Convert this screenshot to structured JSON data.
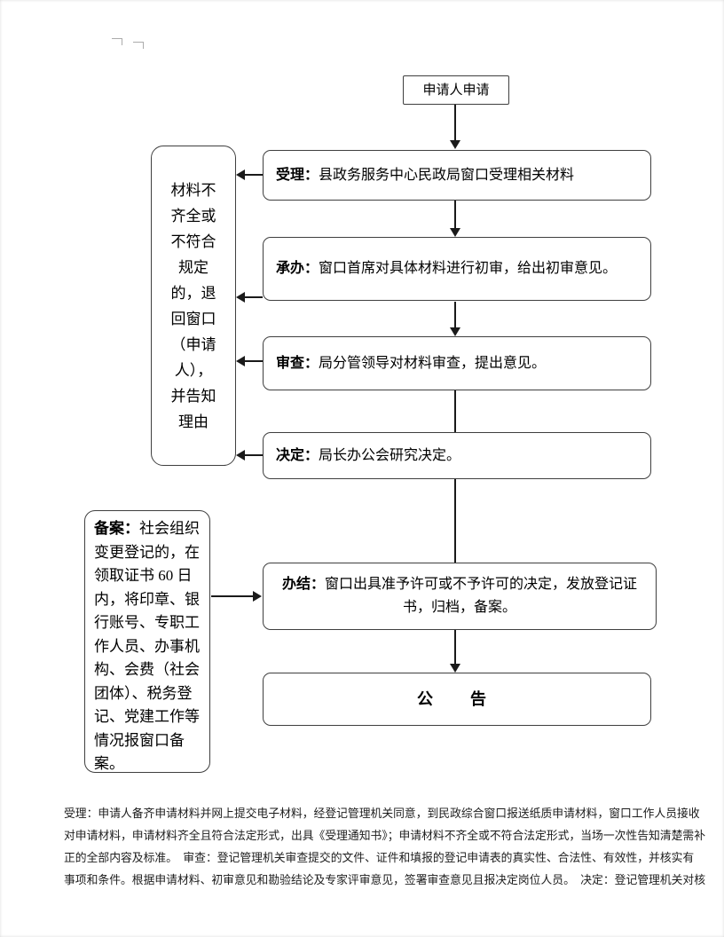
{
  "flow": {
    "start_label": "申请人申请",
    "steps": [
      {
        "title": "受理：",
        "text": "县政务服务中心民政局窗口受理相关材料"
      },
      {
        "title": "承办：",
        "text": "窗口首席对具体材料进行初审，给出初审意见。"
      },
      {
        "title": "审查：",
        "text": "局分管领导对材料审查，提出意见。"
      },
      {
        "title": "决定：",
        "text": "局长办公会研究决定。"
      },
      {
        "title": "办结：",
        "text": "窗口出具准予许可或不予许可的决定，发放登记证书，归档，备案。"
      }
    ],
    "announcement_label": "公　告",
    "return_note_text": "材料不齐全或不符合规定的，退回窗口（申请人），并告知理由",
    "filing_note": {
      "title": "备案：",
      "text": "社会组织变更登记的，在领取证书 60 日内，将印章、银行账号、专职工作人员、办事机构、会费（社会团体）、税务登记、党建工作等情况报窗口备案。"
    }
  },
  "notes": {
    "lines": [
      "受理：申请人备齐申请材料并网上提交电子材料，经登记管理机关同意，到民政综合窗口报送纸质申请材料，窗口工作人员接收",
      "对申请材料，申请材料齐全且符合法定形式，出具《受理通知书》；申请材料不齐全或不符合法定形式，当场一次性告知清楚需补",
      "正的全部内容及标准。　审查：登记管理机关审查提交的文件、证件和填报的登记申请表的真实性、合法性、有效性，并核实有",
      "事项和条件。根据申请材料、初审意见和勘验结论及专家评审意见，签署审查意见且报决定岗位人员。　决定：登记管理机关对核"
    ]
  },
  "colors": {
    "connector_line": "#1a1a1a",
    "box_border": "#3f3f3f",
    "text": "#000000"
  }
}
